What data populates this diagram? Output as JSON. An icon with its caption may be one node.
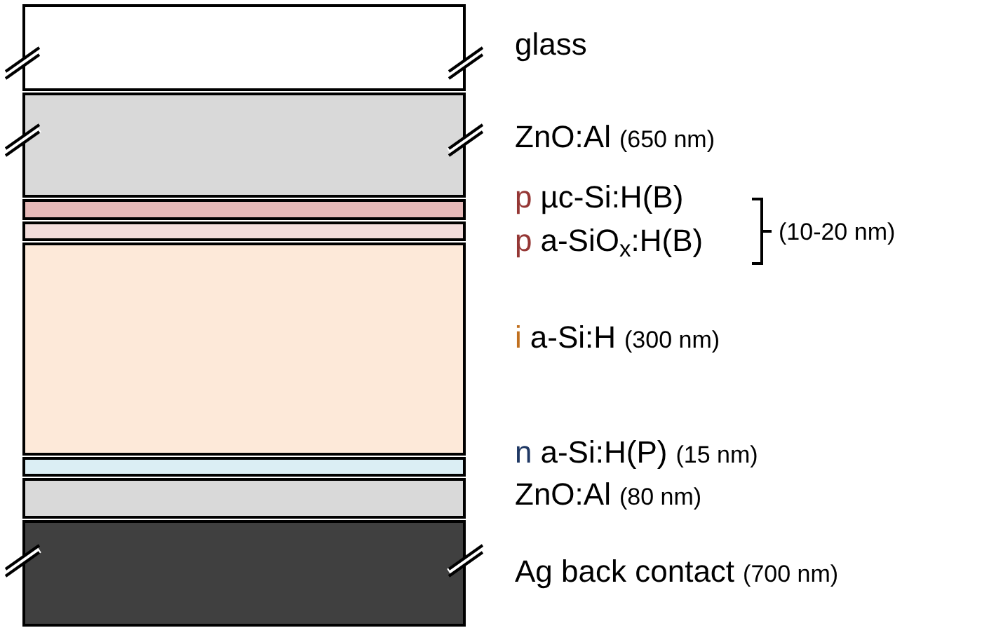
{
  "diagram": {
    "nodes": [
      {
        "text": [],
        "shape": "box",
        "beside": [
          "glass"
        ]
      },
      {
        "text": [],
        "shape": "box",
        "beside": [
          "ZnO:Al",
          "(650 nm)"
        ]
      },
      {
        "text": [],
        "shape": "box",
        "beside": [
          "p",
          "µc-Si:H(B)"
        ]
      },
      {
        "text": [],
        "shape": "box",
        "beside": [
          "p",
          "a-SiO$_{x}$:H(B)"
        ]
      },
      {
        "text": [],
        "shape": "box",
        "beside": [
          "i",
          "a-Si:H",
          "(300 nm)"
        ]
      },
      {
        "text": [],
        "shape": "box",
        "beside": [
          "n",
          "a-Si:H(P)",
          "(15 nm)"
        ]
      },
      {
        "text": [],
        "shape": "box",
        "beside": [
          "ZnO:Al",
          "(80 nm)"
        ]
      },
      {
        "text": [],
        "shape": "box",
        "beside": [
          "Ag back contact",
          "(700 nm)"
        ]
      }
    ],
    "labels": [
      "(10-20 nm)"
    ]
  }
}
